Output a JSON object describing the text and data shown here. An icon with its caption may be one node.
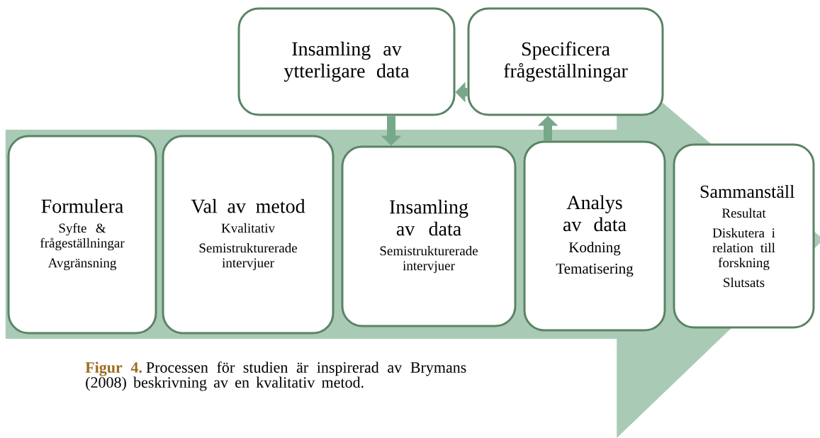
{
  "diagram": {
    "caption": "**Figur 4.** Processen för studien är inspirerad av Brymans (2008) beskrivning av en kvalitativ metod.",
    "nodes": [
      {
        "text": [
          "Insamling av ytterligare data"
        ]
      },
      {
        "text": [
          "Specificera frågeställningar"
        ]
      },
      {
        "text": [
          "Formulera",
          "Syfte & frågeställningar",
          "Avgränsning"
        ]
      },
      {
        "text": [
          "Val av metod",
          "Kvalitativ",
          "Semistrukturerade intervjuer"
        ]
      },
      {
        "text": [
          "Insamling av data",
          "Semistrukturerade intervjuer"
        ]
      },
      {
        "text": [
          "Analys av data",
          "Kodning",
          "Tematisering"
        ]
      },
      {
        "text": [
          "Sammanställ",
          "Resultat",
          "Diskutera i relation till forskning",
          "Slutsats"
        ]
      }
    ],
    "edges": [
      {
        "from": 2,
        "to": 6,
        "arrow": "to",
        "style": "thick"
      },
      {
        "from": 0,
        "to": 4,
        "arrow": "to"
      },
      {
        "from": 5,
        "to": 1,
        "arrow": "to"
      },
      {
        "from": 1,
        "to": 0,
        "arrow": "to"
      }
    ]
  }
}
